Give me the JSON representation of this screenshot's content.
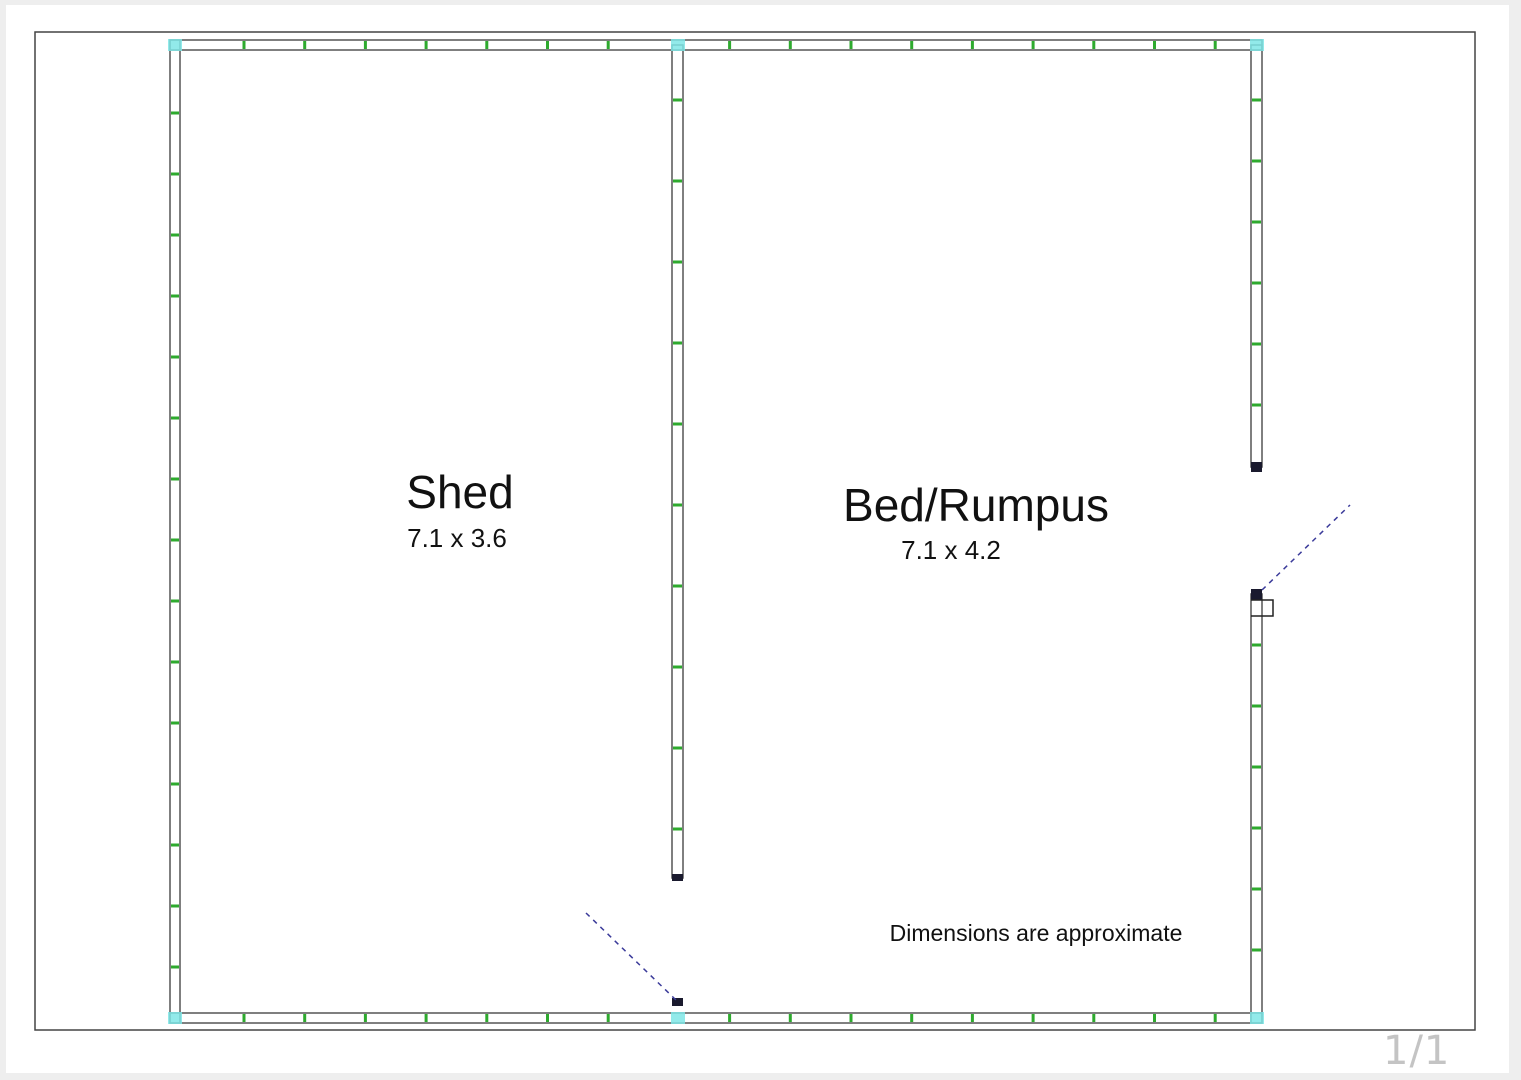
{
  "rooms": [
    {
      "name": "Shed",
      "dimensions": "7.1 x 3.6"
    },
    {
      "name": "Bed/Rumpus",
      "dimensions": "7.1 x 4.2"
    }
  ],
  "note": "Dimensions are approximate",
  "page_indicator": "1/1",
  "colors": {
    "wall": "#555555",
    "stud": "#2eaa2e",
    "corner": "#7fe6e6",
    "door_swing": "#3b3b9a",
    "door_jamb": "#1a1a2e"
  }
}
